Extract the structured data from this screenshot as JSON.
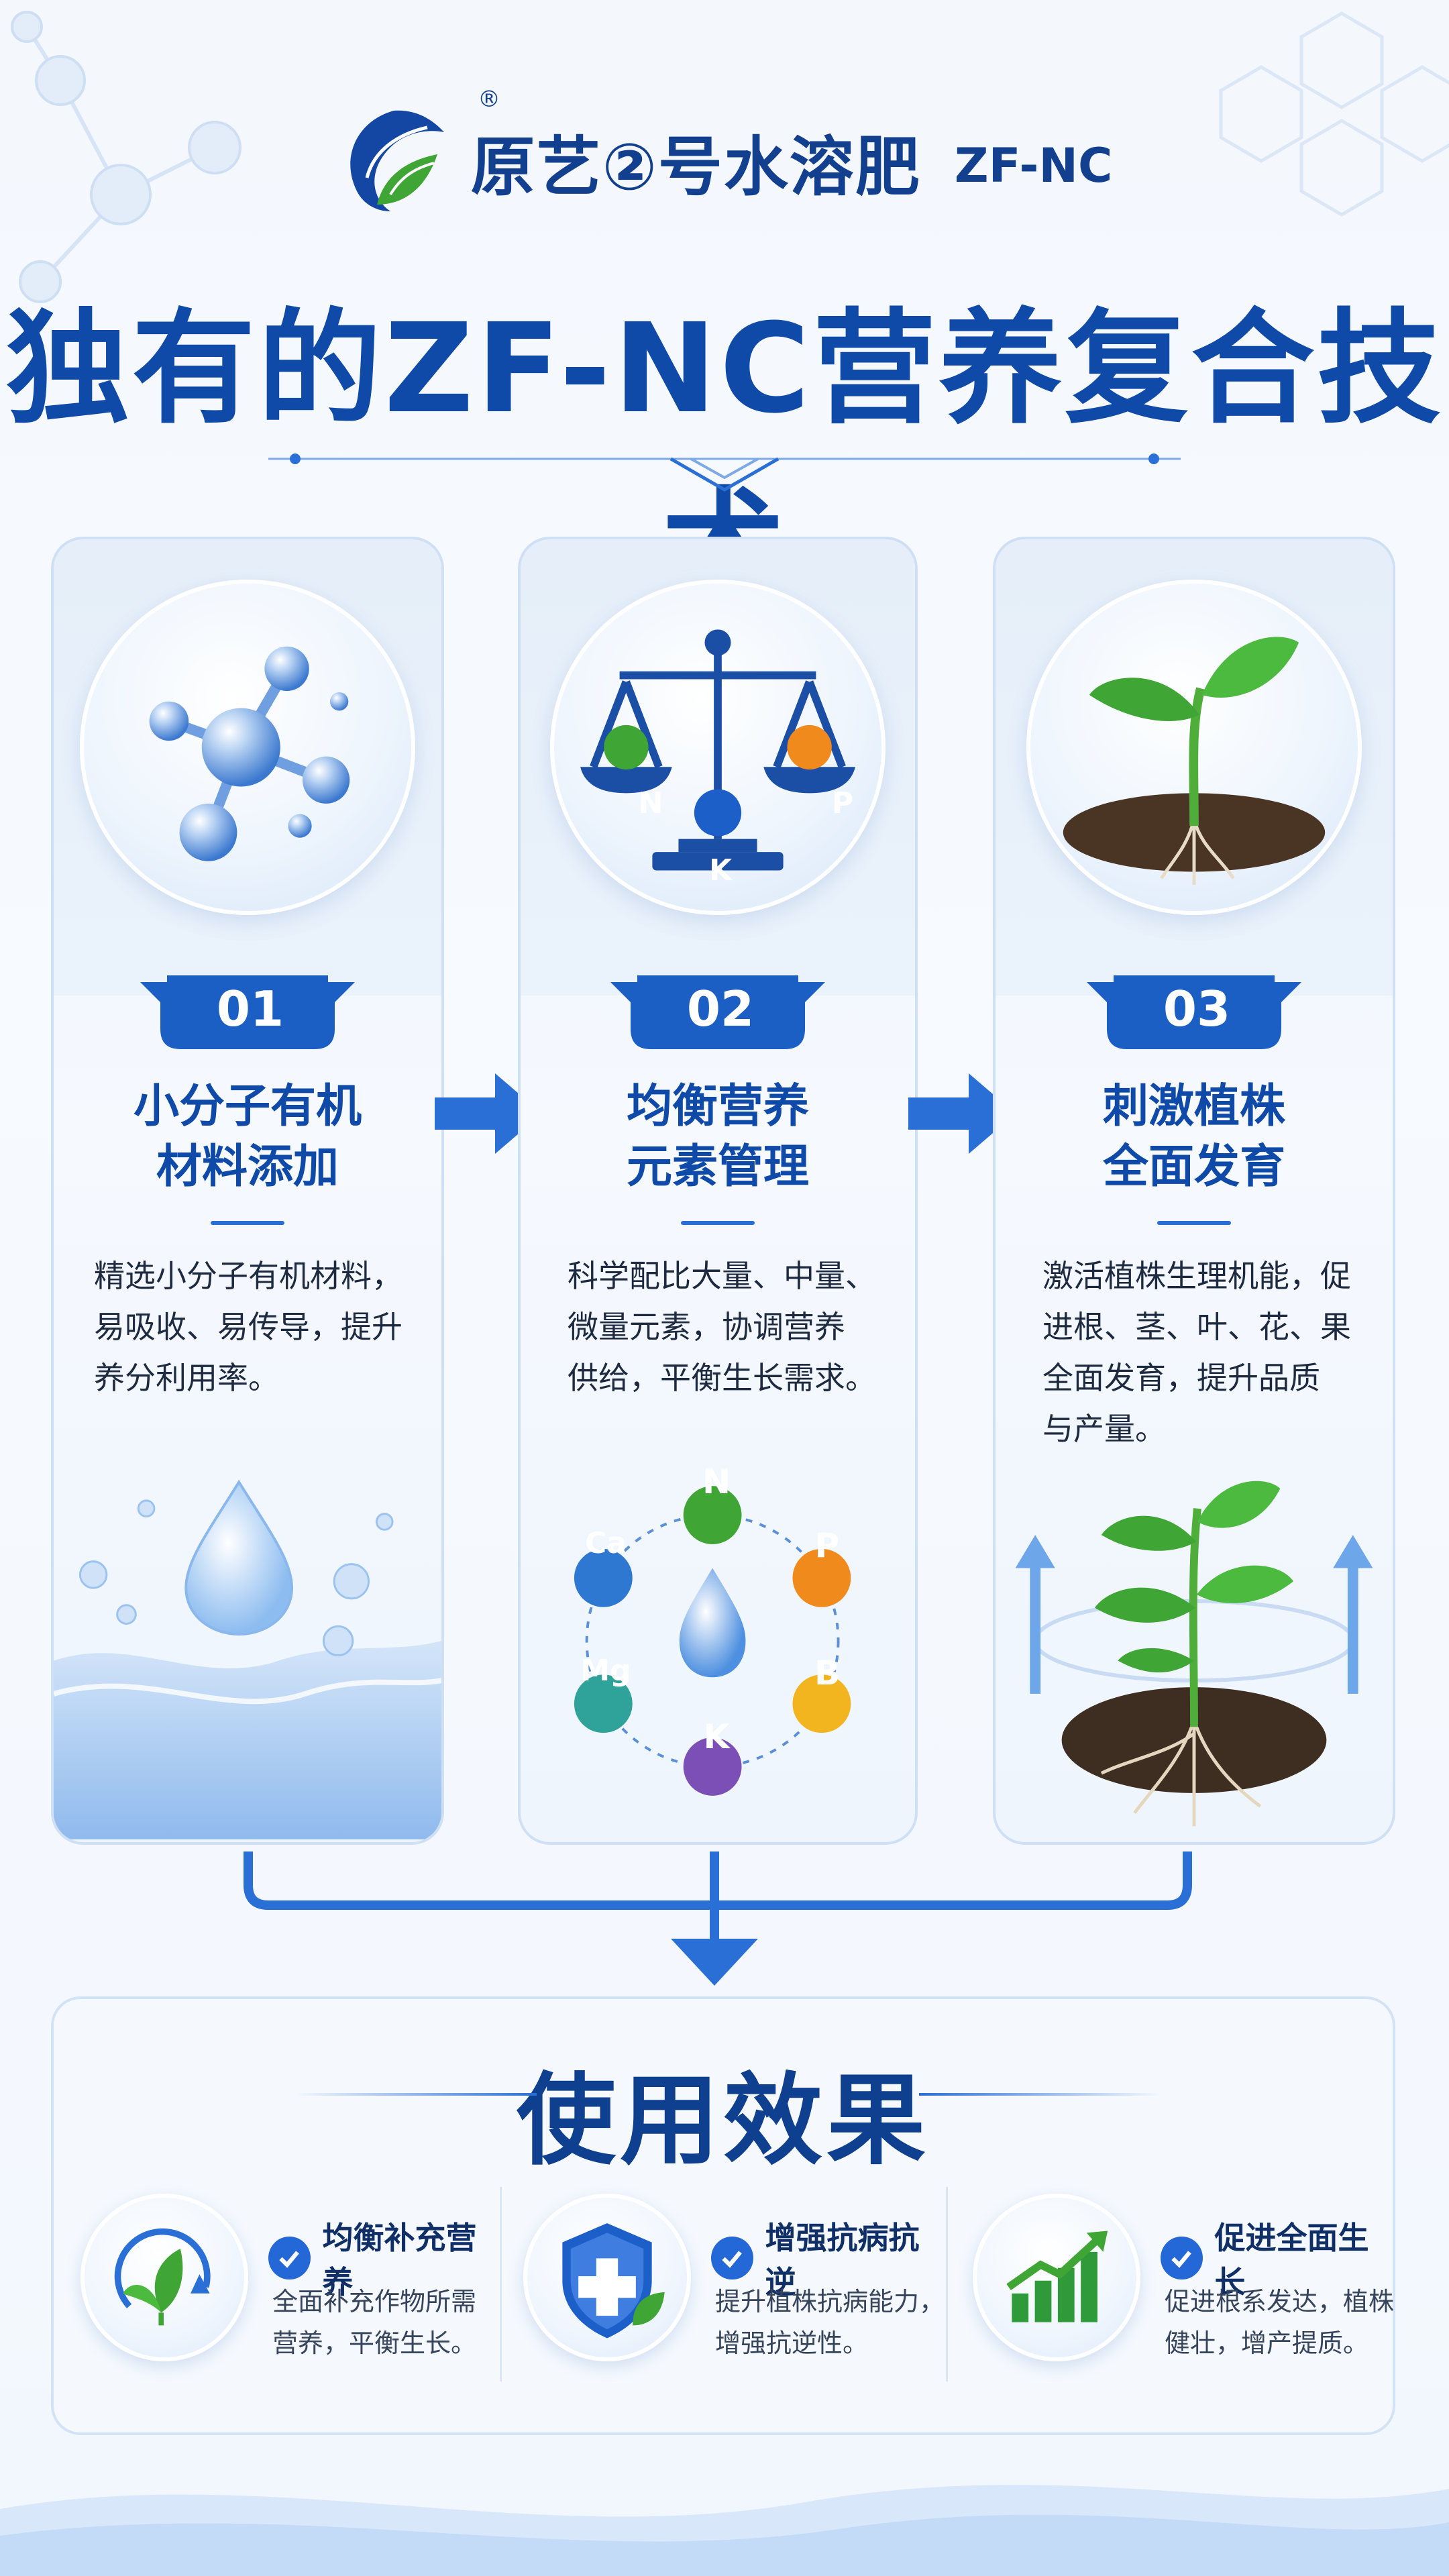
{
  "header": {
    "brand_name": "原艺②号水溶肥",
    "brand_code": "ZF-NC",
    "registered_mark": "®",
    "main_title": "独有的ZF-NC营养复合技术"
  },
  "steps": [
    {
      "number": "01",
      "title_line1": "小分子有机",
      "title_line2": "材料添加",
      "desc": [
        "精选小分子有机材料，",
        "易吸收、易传导，提升",
        "养分利用率。"
      ]
    },
    {
      "number": "02",
      "title_line1": "均衡营养",
      "title_line2": "元素管理",
      "desc": [
        "科学配比大量、中量、",
        "微量元素，协调营养",
        "供给，平衡生长需求。"
      ],
      "scale_labels": [
        "N",
        "P",
        "K"
      ],
      "element_labels": [
        "N",
        "P",
        "B",
        "K",
        "Mg",
        "Ca"
      ]
    },
    {
      "number": "03",
      "title_line1": "刺激植株",
      "title_line2": "全面发育",
      "desc": [
        "激活植株生理机能，促",
        "进根、茎、叶、花、果",
        "全面发育，提升品质",
        "与产量。"
      ]
    }
  ],
  "effects": {
    "title": "使用效果",
    "items": [
      {
        "label": "均衡补充营养",
        "desc": [
          "全面补充作物所需",
          "营养，平衡生长。"
        ],
        "icon": "leaf-cycle-icon"
      },
      {
        "label": "增强抗病抗逆",
        "desc": [
          "提升植株抗病能力，",
          "增强抗逆性。"
        ],
        "icon": "shield-plus-icon"
      },
      {
        "label": "促进全面生长",
        "desc": [
          "促进根系发达，植株",
          "健壮，增产提质。"
        ],
        "icon": "growth-chart-icon"
      }
    ]
  },
  "colors": {
    "primary": "#0f4aa8",
    "accent": "#2a6fd6",
    "green": "#3fa535",
    "orange": "#f08a1c"
  }
}
